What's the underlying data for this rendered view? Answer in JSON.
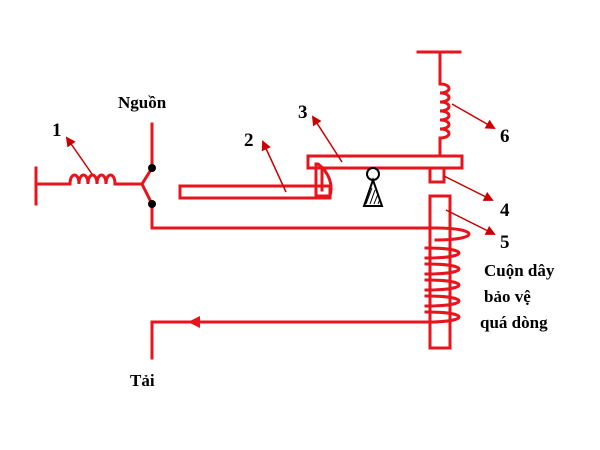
{
  "labels": {
    "source": "Nguồn",
    "load": "Tải",
    "coil_line1": "Cuộn dây",
    "coil_line2": "bảo vệ",
    "coil_line3": "quá dòng"
  },
  "numbers": {
    "n1": "1",
    "n2": "2",
    "n3": "3",
    "n4": "4",
    "n5": "5",
    "n6": "6"
  },
  "colors": {
    "line": "#e8141c",
    "arrow": "#cc0000",
    "text": "#000000"
  }
}
